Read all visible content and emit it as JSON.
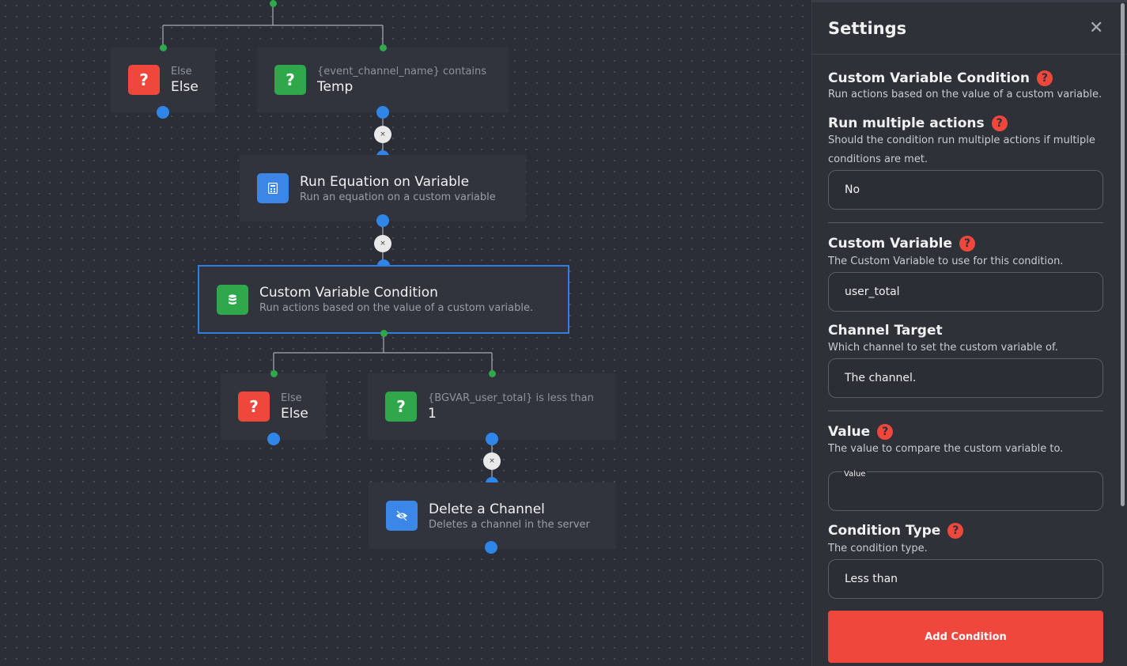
{
  "canvas": {
    "nodes": {
      "else1": {
        "sub": "Else",
        "main": "Else",
        "icon": "question-icon"
      },
      "cond1": {
        "sub": "{event_channel_name} contains",
        "main": "Temp",
        "icon": "question-icon"
      },
      "equation": {
        "title": "Run Equation on Variable",
        "desc": "Run an equation on a custom variable",
        "icon": "calculator-icon"
      },
      "customvar": {
        "title": "Custom Variable Condition",
        "desc": "Run actions based on the value of a custom variable.",
        "icon": "database-icon"
      },
      "else2": {
        "sub": "Else",
        "main": "Else",
        "icon": "question-icon"
      },
      "cond2": {
        "sub": "{BGVAR_user_total} is less than",
        "main": "1",
        "icon": "question-icon"
      },
      "delete": {
        "title": "Delete a Channel",
        "desc": "Deletes a channel in the server",
        "icon": "eye-slash-icon"
      }
    },
    "remove_glyph": "×",
    "question_glyph": "?"
  },
  "settings": {
    "title": "Settings",
    "close_glyph": "✕",
    "help_glyph": "?",
    "sections": {
      "block": {
        "label": "Custom Variable Condition",
        "desc": "Run actions based on the value of a custom variable."
      },
      "multiple": {
        "label": "Run multiple actions",
        "desc": "Should the condition run multiple actions if multiple conditions are met.",
        "value": "No"
      },
      "variable": {
        "label": "Custom Variable",
        "desc": "The Custom Variable to use for this condition.",
        "value": "user_total"
      },
      "channel": {
        "label": "Channel Target",
        "desc": "Which channel to set the custom variable of.",
        "value": "The channel."
      },
      "value": {
        "label": "Value",
        "desc": "The value to compare the custom variable to.",
        "placeholder": "Value",
        "value": ""
      },
      "ctype": {
        "label": "Condition Type",
        "desc": "The condition type.",
        "value": "Less than"
      }
    },
    "add_button": "Add Condition"
  },
  "colors": {
    "accent_red": "#f0473d",
    "success_green": "#2ea84a",
    "link_blue": "#2f86e8",
    "selected_border": "#2f7ee0"
  }
}
